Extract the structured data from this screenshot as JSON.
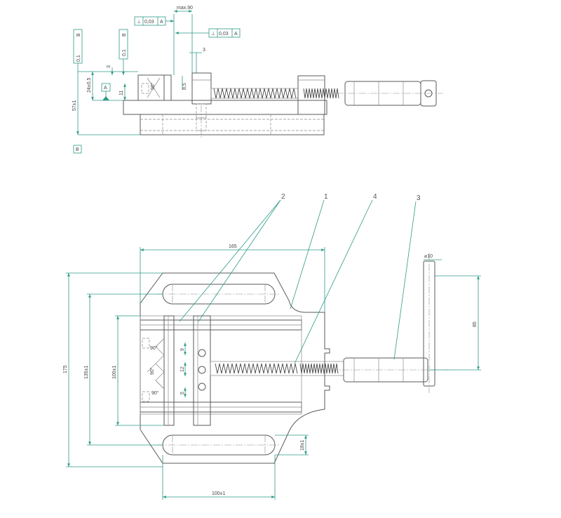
{
  "drawing": {
    "side_view": {
      "max_label": "max.90",
      "perp1": {
        "symbol": "⊥",
        "value": "0,03",
        "datum": "A"
      },
      "perp2": {
        "symbol": "⊥",
        "value": "0,03",
        "datum": "A"
      },
      "flat1": {
        "symbol": "⏥",
        "value": "0,1",
        "datum": "B"
      },
      "flat2": {
        "symbol": "⏥",
        "value": "0,1",
        "datum": "B"
      },
      "dim_3_top": "3",
      "dim_3_left": "3",
      "datum_a": "A",
      "datum_b": "B",
      "dim_57": "57±1",
      "dim_24": "24±0,5",
      "dim_11": "11",
      "dim_8_5": "8,5",
      "dim_90deg": "90°"
    },
    "plan_view": {
      "callouts": [
        "2",
        "1",
        "4",
        "3"
      ],
      "dim_165": "165",
      "dim_175": "175",
      "dim_135": "135±1",
      "dim_100_v": "100±1",
      "dim_100_h": "100±1",
      "dim_85": "85",
      "dim_18": "18±1",
      "dim_d10": "⌀10",
      "dim_9": "9",
      "dim_12": "12",
      "dim_5": "5",
      "angles": [
        "90°",
        "90°",
        "90°"
      ]
    }
  }
}
